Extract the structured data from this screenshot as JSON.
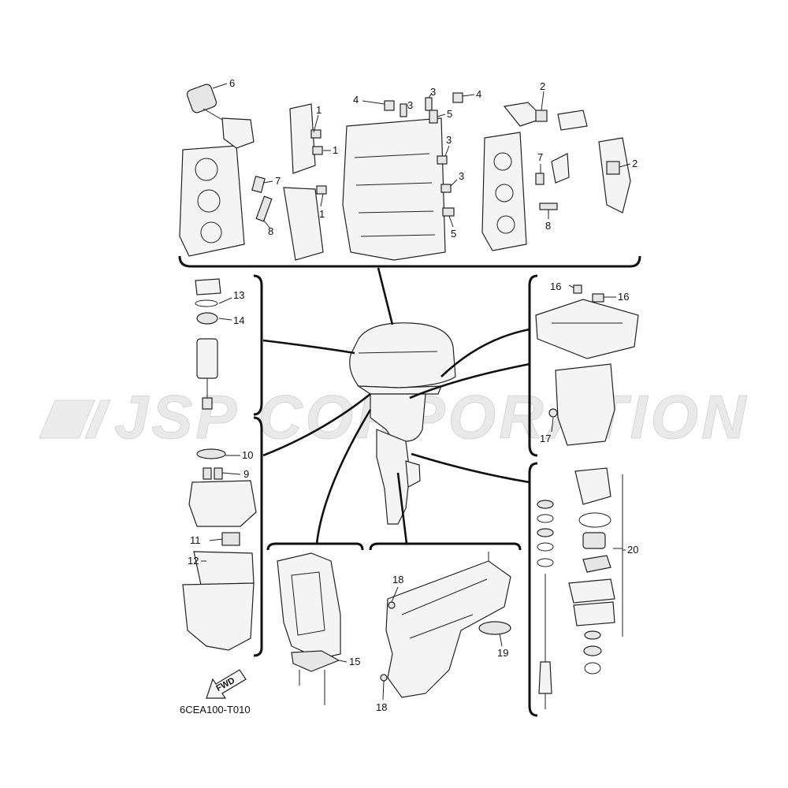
{
  "watermark": "JSP CORPORATION",
  "diagram_code": "6CEA100-T010",
  "fwd_label": "FWD",
  "callouts": {
    "c1a": "1",
    "c1b": "1",
    "c1c": "1",
    "c2a": "2",
    "c2b": "2",
    "c3a": "3",
    "c3b": "3",
    "c3c": "3",
    "c3d": "3",
    "c4a": "4",
    "c4b": "4",
    "c5a": "5",
    "c5b": "5",
    "c6": "6",
    "c7a": "7",
    "c7b": "7",
    "c8a": "8",
    "c8b": "8",
    "c9": "9",
    "c10": "10",
    "c11": "11",
    "c12": "12",
    "c13": "13",
    "c14": "14",
    "c15": "15",
    "c16a": "16",
    "c16b": "16",
    "c17": "17",
    "c18a": "18",
    "c18b": "18",
    "c19": "19",
    "c20": "20"
  }
}
